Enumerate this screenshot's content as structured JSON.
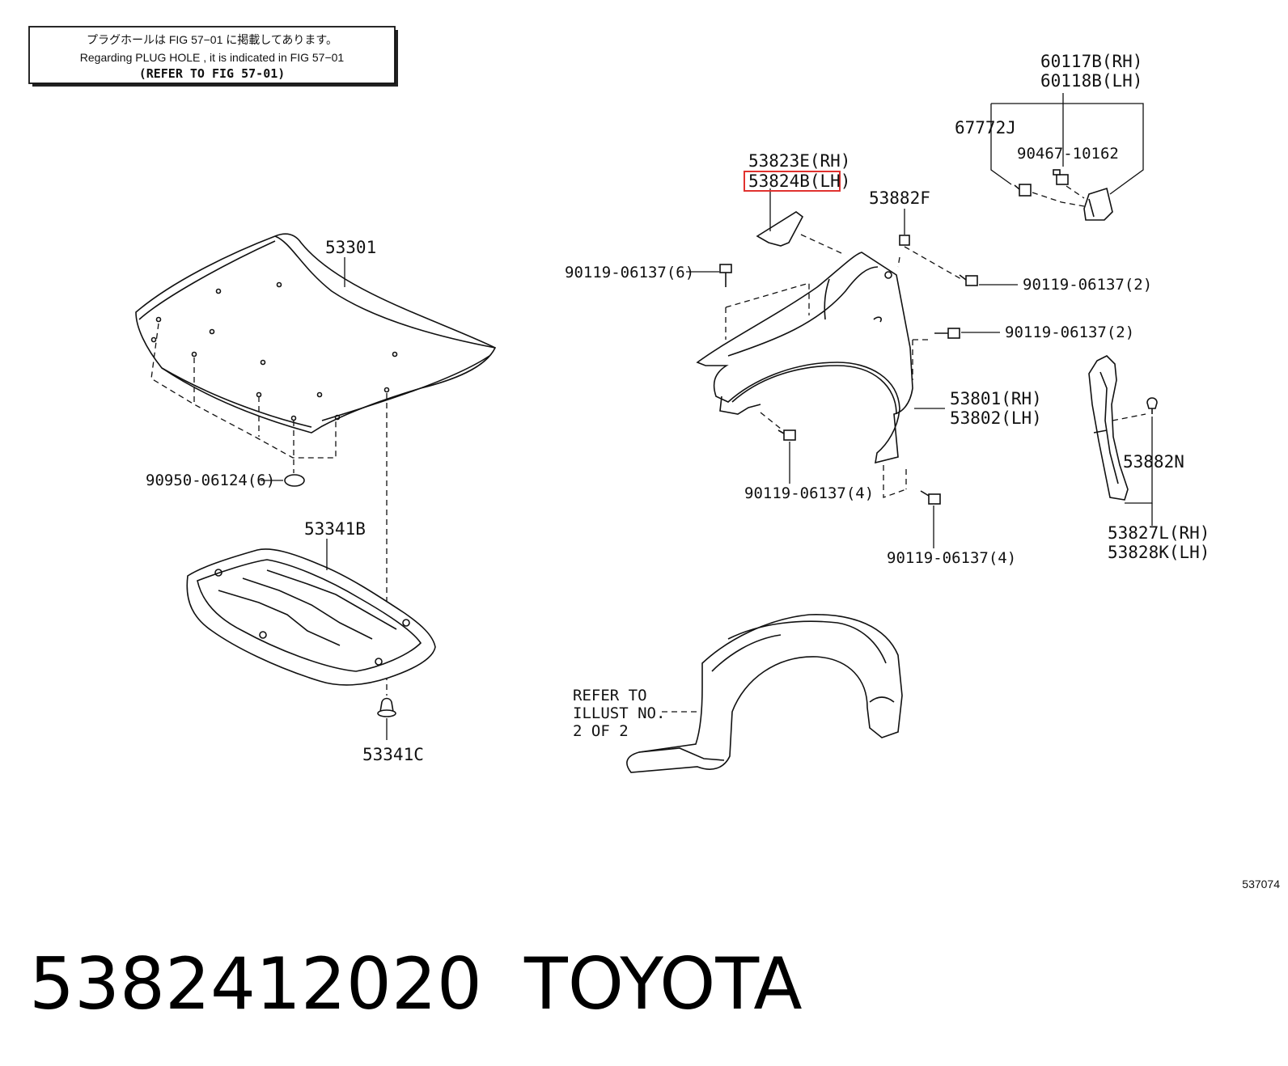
{
  "note": {
    "line_jp": "プラグホールは FIG 57−01 に掲載してあります。",
    "line_en": "Regarding  PLUG  HOLE , it is indicated in FIG 57−01",
    "line_ref": "(REFER TO FIG 57-01)"
  },
  "parts": {
    "hood": "53301",
    "hood_cushion": "90950-06124(6)",
    "hood_insulator": "53341B",
    "insulator_clip": "53341C",
    "seal_rh": "53823E(RH)",
    "seal_lh": "53824B(LH)",
    "clip_f": "53882F",
    "bolt_top": "90119-06137(6)",
    "bolt_rear_upper": "90119-06137(2)",
    "bolt_rear_mid": "90119-06137(2)",
    "bolt_front_lower": "90119-06137(4)",
    "bolt_rear_lower": "90119-06137(4)",
    "fender_rh": "53801(RH)",
    "fender_lh": "53802(LH)",
    "mirror_cover_rh": "60117B(RH)",
    "mirror_cover_lh": "60118B(LH)",
    "screw_j": "67772J",
    "clip_10162": "90467-10162",
    "clip_n": "53882N",
    "protector_rh": "53827L(RH)",
    "protector_lh": "53828K(LH)"
  },
  "refer": {
    "line1": "REFER TO",
    "line2": "ILLUST NO.",
    "line3": "2 OF 2"
  },
  "illustration_no": "537074",
  "footer": {
    "part_number": "5382412020",
    "brand": "TOYOTA"
  },
  "colors": {
    "highlight": "#e0322f",
    "ink": "#111111"
  }
}
